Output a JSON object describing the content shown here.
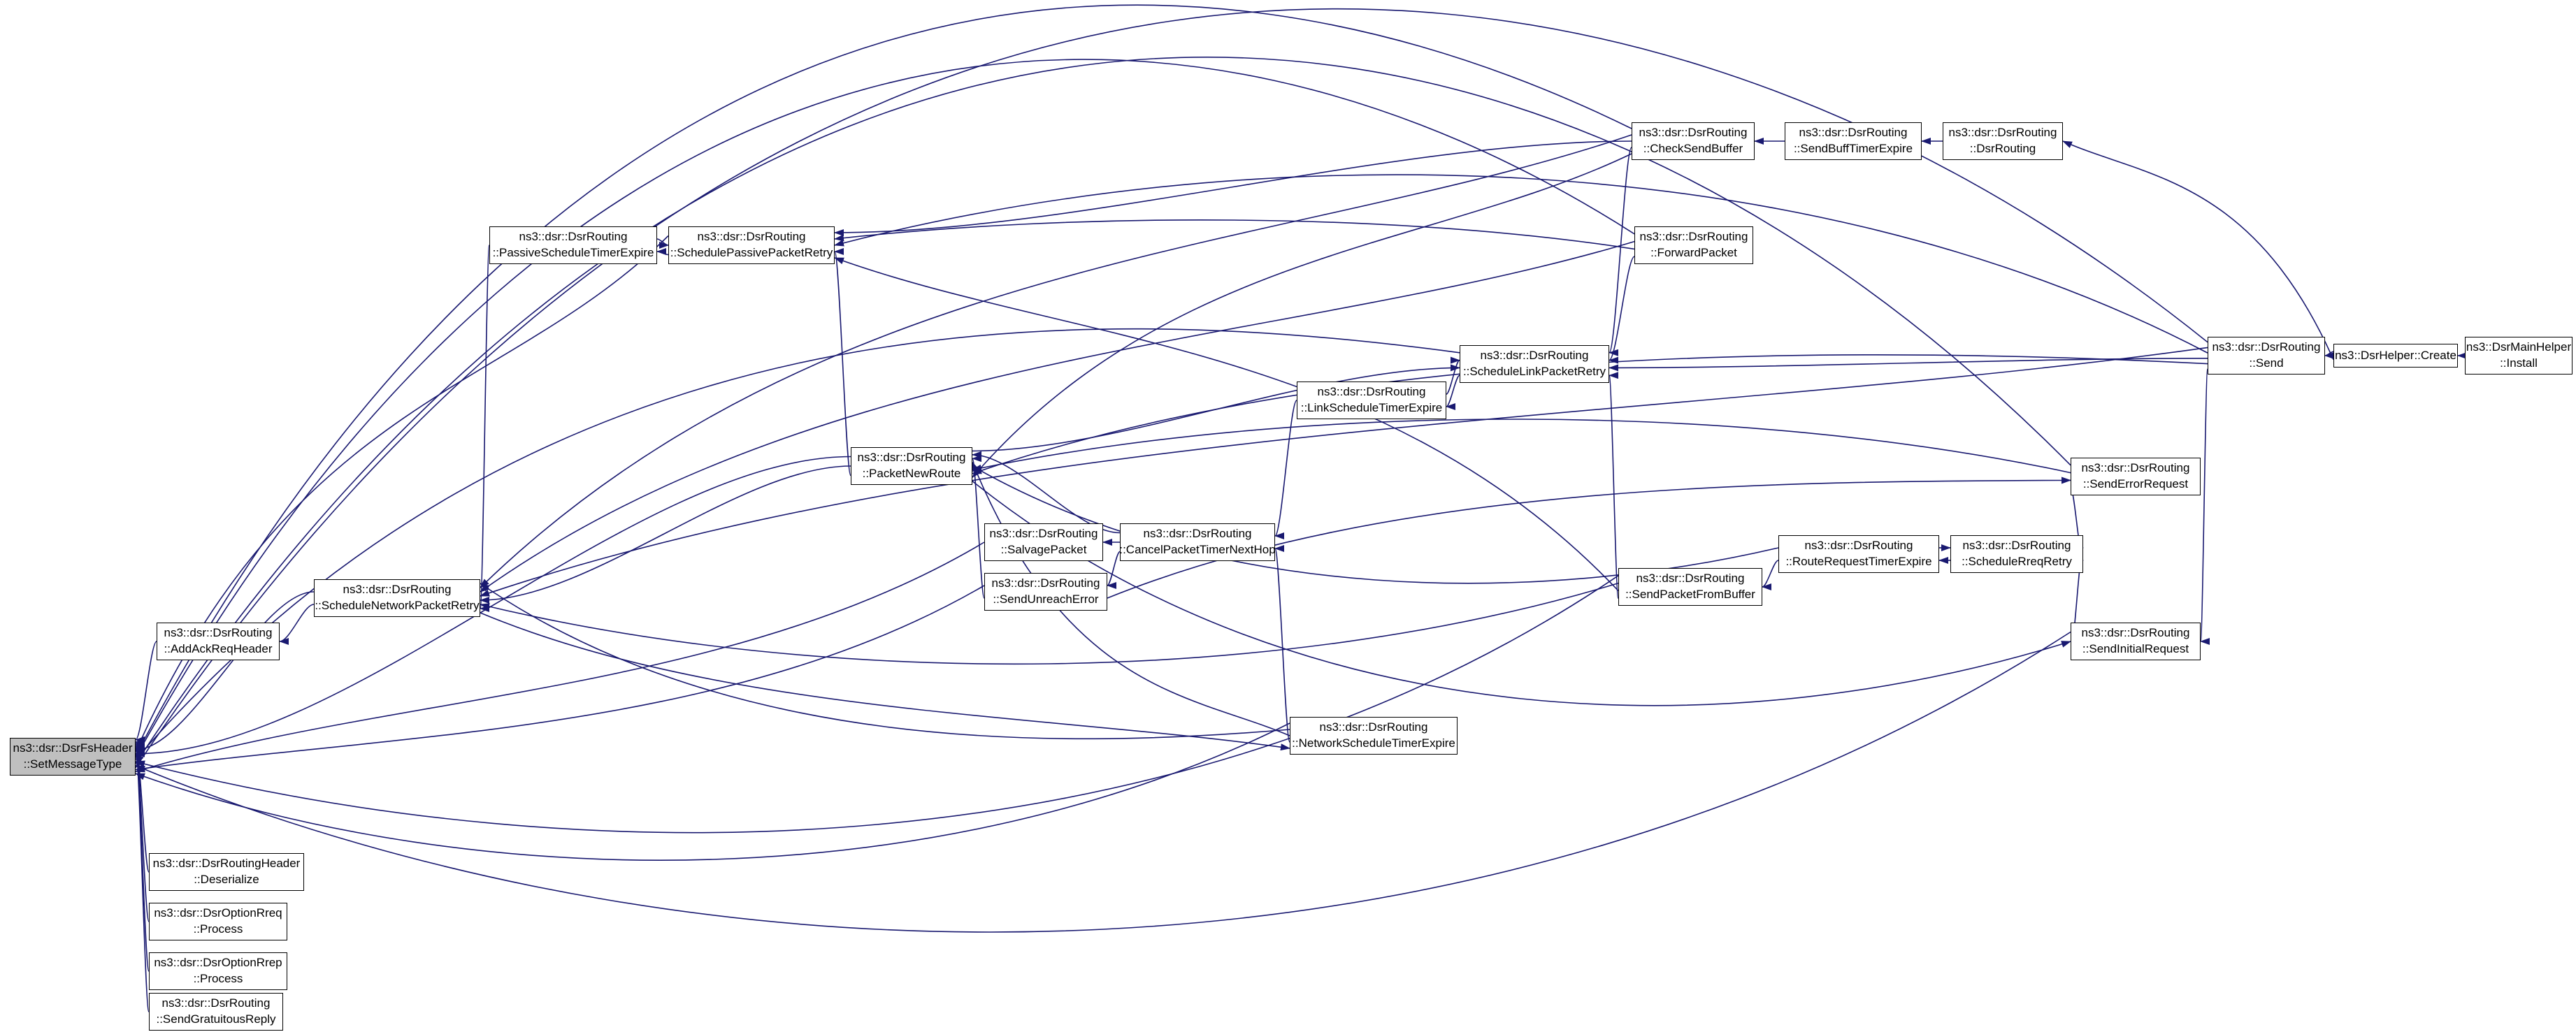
{
  "diagram": {
    "type": "doxygen-caller-graph",
    "focal_function": "ns3::dsr::DsrFsHeader::SetMessageType",
    "colors": {
      "edge": "#191970",
      "node_fill": "#ffffff",
      "node_border": "#000000",
      "focal_fill": "#bfbfbf"
    },
    "nodes": {
      "setMessageType": {
        "label": "ns3::dsr::DsrFsHeader\n::SetMessageType"
      },
      "addAckReqHeader": {
        "label": "ns3::dsr::DsrRouting\n::AddAckReqHeader"
      },
      "deserialize": {
        "label": "ns3::dsr::DsrRoutingHeader\n::Deserialize"
      },
      "rreqProcess": {
        "label": "ns3::dsr::DsrOptionRreq\n::Process"
      },
      "rrepProcess": {
        "label": "ns3::dsr::DsrOptionRrep\n::Process"
      },
      "sendGratuitousReply": {
        "label": "ns3::dsr::DsrRouting\n::SendGratuitousReply"
      },
      "scheduleNetworkPacketRetry": {
        "label": "ns3::dsr::DsrRouting\n::ScheduleNetworkPacketRetry"
      },
      "passiveScheduleTimerExpire": {
        "label": "ns3::dsr::DsrRouting\n::PassiveScheduleTimerExpire"
      },
      "schedulePassivePacketRetry": {
        "label": "ns3::dsr::DsrRouting\n::SchedulePassivePacketRetry"
      },
      "packetNewRoute": {
        "label": "ns3::dsr::DsrRouting\n::PacketNewRoute"
      },
      "salvagePacket": {
        "label": "ns3::dsr::DsrRouting\n::SalvagePacket"
      },
      "sendUnreachError": {
        "label": "ns3::dsr::DsrRouting\n::SendUnreachError"
      },
      "cancelPacketTimerNextHop": {
        "label": "ns3::dsr::DsrRouting\n::CancelPacketTimerNextHop"
      },
      "networkScheduleTimerExpire": {
        "label": "ns3::dsr::DsrRouting\n::NetworkScheduleTimerExpire"
      },
      "linkScheduleTimerExpire": {
        "label": "ns3::dsr::DsrRouting\n::LinkScheduleTimerExpire"
      },
      "scheduleLinkPacketRetry": {
        "label": "ns3::dsr::DsrRouting\n::ScheduleLinkPacketRetry"
      },
      "checkSendBuffer": {
        "label": "ns3::dsr::DsrRouting\n::CheckSendBuffer"
      },
      "forwardPacket": {
        "label": "ns3::dsr::DsrRouting\n::ForwardPacket"
      },
      "sendBuffTimerExpire": {
        "label": "ns3::dsr::DsrRouting\n::SendBuffTimerExpire"
      },
      "dsrRoutingCtor": {
        "label": "ns3::dsr::DsrRouting\n::DsrRouting"
      },
      "sendPacketFromBuffer": {
        "label": "ns3::dsr::DsrRouting\n::SendPacketFromBuffer"
      },
      "routeRequestTimerExpire": {
        "label": "ns3::dsr::DsrRouting\n::RouteRequestTimerExpire"
      },
      "scheduleRreqRetry": {
        "label": "ns3::dsr::DsrRouting\n::ScheduleRreqRetry"
      },
      "sendErrorRequest": {
        "label": "ns3::dsr::DsrRouting\n::SendErrorRequest"
      },
      "sendInitialRequest": {
        "label": "ns3::dsr::DsrRouting\n::SendInitialRequest"
      },
      "send": {
        "label": "ns3::dsr::DsrRouting\n::Send"
      },
      "dsrHelperCreate": {
        "label": "ns3::DsrHelper::Create"
      },
      "dsrMainHelperInstall": {
        "label": "ns3::DsrMainHelper\n::Install"
      }
    },
    "edges": [
      [
        "addAckReqHeader",
        "setMessageType"
      ],
      [
        "deserialize",
        "setMessageType"
      ],
      [
        "rreqProcess",
        "setMessageType"
      ],
      [
        "rrepProcess",
        "setMessageType"
      ],
      [
        "sendGratuitousReply",
        "setMessageType"
      ],
      [
        "scheduleNetworkPacketRetry",
        "setMessageType"
      ],
      [
        "schedulePassivePacketRetry",
        "setMessageType",
        600
      ],
      [
        "packetNewRoute",
        "setMessageType"
      ],
      [
        "checkSendBuffer",
        "setMessageType",
        60
      ],
      [
        "forwardPacket",
        "setMessageType",
        120
      ],
      [
        "scheduleLinkPacketRetry",
        "setMessageType",
        520
      ],
      [
        "sendPacketFromBuffer",
        "setMessageType",
        1180
      ],
      [
        "sendErrorRequest",
        "setMessageType",
        90
      ],
      [
        "sendInitialRequest",
        "setMessageType",
        1330
      ],
      [
        "send",
        "setMessageType",
        30
      ],
      [
        "sendUnreachError",
        "setMessageType",
        1030
      ],
      [
        "salvagePacket",
        "setMessageType",
        980
      ],
      [
        "networkScheduleTimerExpire",
        "setMessageType",
        1230
      ],
      [
        "scheduleNetworkPacketRetry",
        "addAckReqHeader"
      ],
      [
        "networkScheduleTimerExpire",
        "scheduleNetworkPacketRetry",
        1040
      ],
      [
        "checkSendBuffer",
        "scheduleNetworkPacketRetry",
        400
      ],
      [
        "forwardPacket",
        "scheduleNetworkPacketRetry",
        520
      ],
      [
        "send",
        "scheduleNetworkPacketRetry",
        620
      ],
      [
        "packetNewRoute",
        "scheduleNetworkPacketRetry"
      ],
      [
        "sendPacketFromBuffer",
        "scheduleNetworkPacketRetry",
        950
      ],
      [
        "passiveScheduleTimerExpire",
        "scheduleNetworkPacketRetry"
      ],
      [
        "passiveScheduleTimerExpire",
        "schedulePassivePacketRetry"
      ],
      [
        "checkSendBuffer",
        "schedulePassivePacketRetry"
      ],
      [
        "forwardPacket",
        "schedulePassivePacketRetry",
        315
      ],
      [
        "send",
        "schedulePassivePacketRetry",
        255
      ],
      [
        "packetNewRoute",
        "schedulePassivePacketRetry"
      ],
      [
        "sendPacketFromBuffer",
        "schedulePassivePacketRetry",
        520
      ],
      [
        "linkScheduleTimerExpire",
        "scheduleLinkPacketRetry"
      ],
      [
        "checkSendBuffer",
        "scheduleLinkPacketRetry"
      ],
      [
        "forwardPacket",
        "scheduleLinkPacketRetry"
      ],
      [
        "send",
        "scheduleLinkPacketRetry"
      ],
      [
        "packetNewRoute",
        "scheduleLinkPacketRetry"
      ],
      [
        "sendPacketFromBuffer",
        "scheduleLinkPacketRetry"
      ],
      [
        "cancelPacketTimerNextHop",
        "packetNewRoute"
      ],
      [
        "sendUnreachError",
        "packetNewRoute"
      ],
      [
        "networkScheduleTimerExpire",
        "packetNewRoute",
        960
      ],
      [
        "routeRequestTimerExpire",
        "packetNewRoute",
        830
      ],
      [
        "sendErrorRequest",
        "packetNewRoute",
        600
      ],
      [
        "send",
        "packetNewRoute",
        520
      ],
      [
        "checkSendBuffer",
        "packetNewRoute",
        380
      ],
      [
        "cancelPacketTimerNextHop",
        "salvagePacket"
      ],
      [
        "cancelPacketTimerNextHop",
        "sendUnreachError"
      ],
      [
        "linkScheduleTimerExpire",
        "cancelPacketTimerNextHop"
      ],
      [
        "networkScheduleTimerExpire",
        "cancelPacketTimerNextHop"
      ],
      [
        "scheduleNetworkPacketRetry",
        "networkScheduleTimerExpire",
        1010
      ],
      [
        "scheduleLinkPacketRetry",
        "linkScheduleTimerExpire"
      ],
      [
        "schedulePassivePacketRetry",
        "passiveScheduleTimerExpire"
      ],
      [
        "sendBuffTimerExpire",
        "checkSendBuffer"
      ],
      [
        "dsrRoutingCtor",
        "sendBuffTimerExpire"
      ],
      [
        "routeRequestTimerExpire",
        "sendPacketFromBuffer"
      ],
      [
        "sendUnreachError",
        "sendErrorRequest",
        710
      ],
      [
        "send",
        "sendInitialRequest"
      ],
      [
        "packetNewRoute",
        "sendInitialRequest",
        1000
      ],
      [
        "routeRequestTimerExpire",
        "scheduleRreqRetry"
      ],
      [
        "scheduleRreqRetry",
        "routeRequestTimerExpire"
      ],
      [
        "sendInitialRequest",
        "scheduleRreqRetry"
      ],
      [
        "sendErrorRequest",
        "scheduleRreqRetry"
      ],
      [
        "dsrHelperCreate",
        "send"
      ],
      [
        "dsrMainHelperInstall",
        "dsrHelperCreate"
      ],
      [
        "dsrHelperCreate",
        "dsrRoutingCtor",
        280
      ]
    ]
  }
}
